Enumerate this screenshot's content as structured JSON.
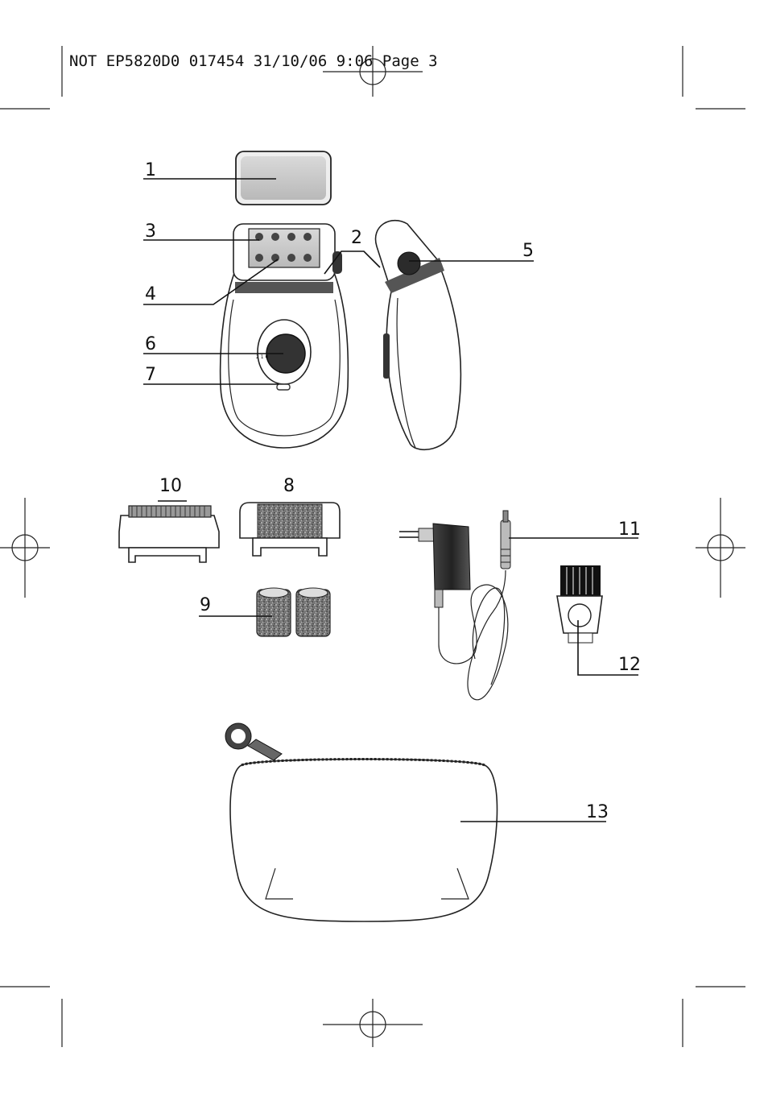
{
  "header": {
    "slug": "NOT EP5820D0 017454  31/10/06  9:06  Page 3"
  },
  "labels": {
    "cap": "1",
    "pivot": "2",
    "tweezer_head": "3",
    "tweezer_discs": "4",
    "light_button": "5",
    "switch": "6",
    "indicator": "7",
    "exfoliation_head": "8",
    "exfoliation_rollers": "9",
    "shaving_head": "10",
    "adapter": "11",
    "brush": "12",
    "pouch": "13"
  },
  "switch_marks": "2 1 0"
}
